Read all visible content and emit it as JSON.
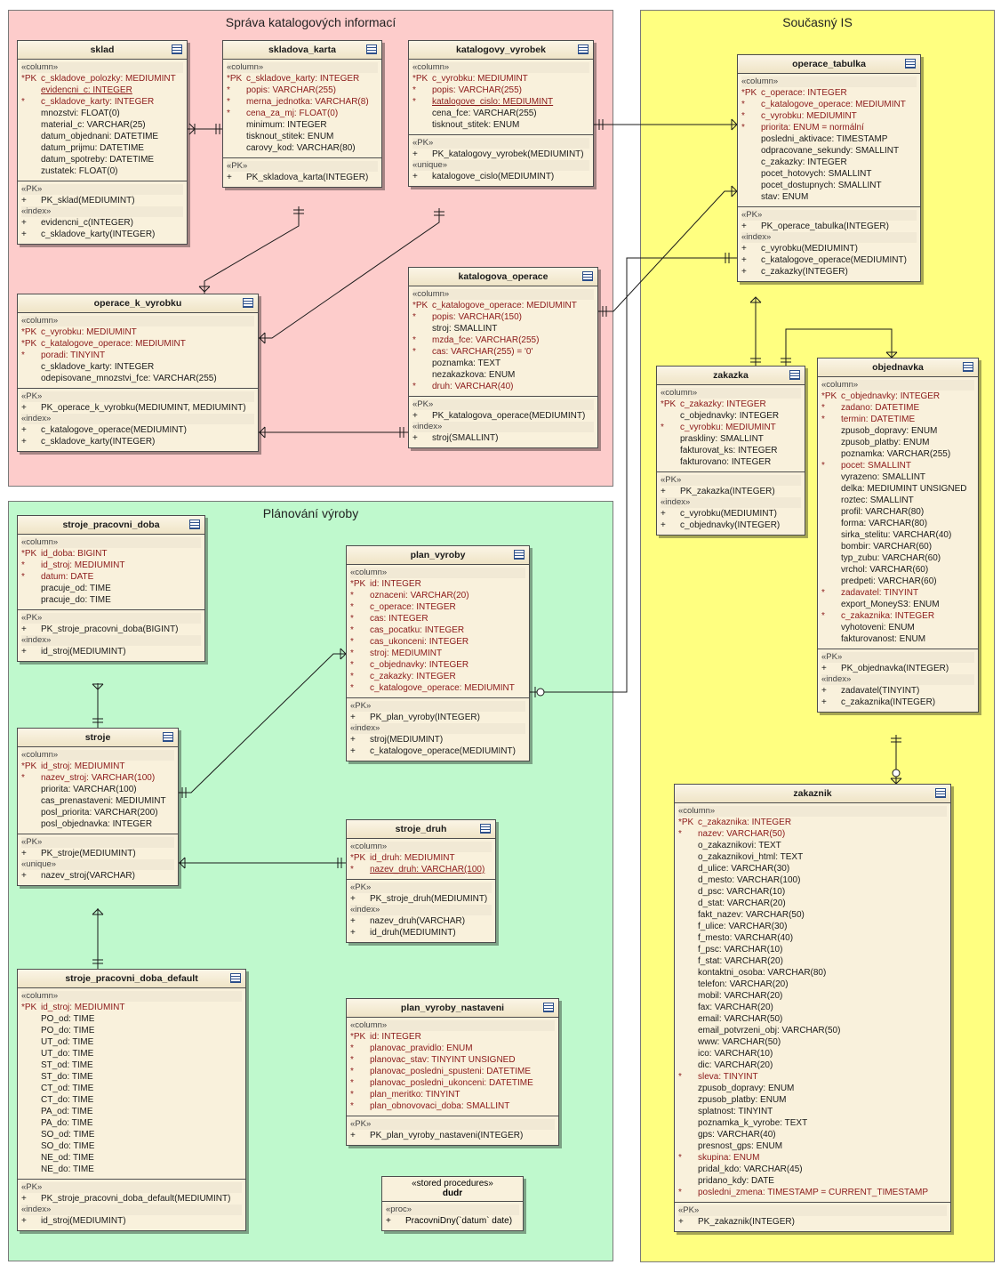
{
  "packages": {
    "sprava": "Správa katalogových informací",
    "planovani": "Plánování výroby",
    "soucasny": "Současný IS"
  },
  "tables": {
    "sklad": {
      "name": "sklad",
      "columns": [
        {
          "mark": "*PK",
          "text": "c_skladove_polozky:  MEDIUMINT",
          "red": true
        },
        {
          "mark": "",
          "text": "evidencni_c:  INTEGER",
          "red": true,
          "ul": true
        },
        {
          "mark": "*",
          "text": "c_skladove_karty:  INTEGER",
          "red": true
        },
        {
          "mark": "",
          "text": "mnozstvi:  FLOAT(0)"
        },
        {
          "mark": "",
          "text": "material_c:  VARCHAR(25)"
        },
        {
          "mark": "",
          "text": "datum_objednani:  DATETIME"
        },
        {
          "mark": "",
          "text": "datum_prijmu:  DATETIME"
        },
        {
          "mark": "",
          "text": "datum_spotreby:  DATETIME"
        },
        {
          "mark": "",
          "text": "zustatek:  FLOAT(0)"
        }
      ],
      "pk": [
        "PK_sklad(MEDIUMINT)"
      ],
      "extra_label": "«index»",
      "extra": [
        "evidencni_c(INTEGER)",
        "c_skladove_karty(INTEGER)"
      ]
    },
    "skladova_karta": {
      "name": "skladova_karta",
      "columns": [
        {
          "mark": "*PK",
          "text": "c_skladove_karty:  INTEGER",
          "red": true
        },
        {
          "mark": "*",
          "text": "popis:  VARCHAR(255)",
          "red": true
        },
        {
          "mark": "*",
          "text": "merna_jednotka:  VARCHAR(8)",
          "red": true
        },
        {
          "mark": "*",
          "text": "cena_za_mj:  FLOAT(0)",
          "red": true
        },
        {
          "mark": "",
          "text": "minimum:  INTEGER"
        },
        {
          "mark": "",
          "text": "tisknout_stitek:  ENUM"
        },
        {
          "mark": "",
          "text": "carovy_kod:  VARCHAR(80)"
        }
      ],
      "pk": [
        "PK_skladova_karta(INTEGER)"
      ]
    },
    "katalogovy_vyrobek": {
      "name": "katalogovy_vyrobek",
      "columns": [
        {
          "mark": "*PK",
          "text": "c_vyrobku:  MEDIUMINT",
          "red": true
        },
        {
          "mark": "*",
          "text": "popis:  VARCHAR(255)",
          "red": true
        },
        {
          "mark": "*",
          "text": "katalogove_cislo:  MEDIUMINT",
          "red": true,
          "ul": true
        },
        {
          "mark": "",
          "text": "cena_fce:  VARCHAR(255)"
        },
        {
          "mark": "",
          "text": "tisknout_stitek:  ENUM"
        }
      ],
      "pk": [
        "PK_katalogovy_vyrobek(MEDIUMINT)"
      ],
      "extra_label": "«unique»",
      "extra": [
        "katalogove_cislo(MEDIUMINT)"
      ]
    },
    "operace_k_vyrobku": {
      "name": "operace_k_vyrobku",
      "columns": [
        {
          "mark": "*PK",
          "text": "c_vyrobku:  MEDIUMINT",
          "red": true
        },
        {
          "mark": "*PK",
          "text": "c_katalogove_operace:  MEDIUMINT",
          "red": true
        },
        {
          "mark": "*",
          "text": "poradi:  TINYINT",
          "red": true
        },
        {
          "mark": "",
          "text": "c_skladove_karty:  INTEGER"
        },
        {
          "mark": "",
          "text": "odepisovane_mnozstvi_fce:  VARCHAR(255)"
        }
      ],
      "pk": [
        "PK_operace_k_vyrobku(MEDIUMINT, MEDIUMINT)"
      ],
      "extra_label": "«index»",
      "extra": [
        "c_katalogove_operace(MEDIUMINT)",
        "c_skladove_karty(INTEGER)"
      ]
    },
    "katalogova_operace": {
      "name": "katalogova_operace",
      "columns": [
        {
          "mark": "*PK",
          "text": "c_katalogove_operace:  MEDIUMINT",
          "red": true
        },
        {
          "mark": "*",
          "text": "popis:  VARCHAR(150)",
          "red": true
        },
        {
          "mark": "",
          "text": "stroj:  SMALLINT"
        },
        {
          "mark": "*",
          "text": "mzda_fce:  VARCHAR(255)",
          "red": true
        },
        {
          "mark": "*",
          "text": "cas:  VARCHAR(255) = '0'",
          "red": true
        },
        {
          "mark": "",
          "text": "poznamka:  TEXT"
        },
        {
          "mark": "",
          "text": "nezakazkova:  ENUM"
        },
        {
          "mark": "*",
          "text": "druh:  VARCHAR(40)",
          "red": true
        }
      ],
      "pk": [
        "PK_katalogova_operace(MEDIUMINT)"
      ],
      "extra_label": "«index»",
      "extra": [
        "stroj(SMALLINT)"
      ]
    },
    "operace_tabulka": {
      "name": "operace_tabulka",
      "columns": [
        {
          "mark": "*PK",
          "text": "c_operace:  INTEGER",
          "red": true
        },
        {
          "mark": "*",
          "text": "c_katalogove_operace:  MEDIUMINT",
          "red": true
        },
        {
          "mark": "*",
          "text": "c_vyrobku:  MEDIUMINT",
          "red": true
        },
        {
          "mark": "*",
          "text": "priorita:  ENUM = normální",
          "red": true
        },
        {
          "mark": "",
          "text": "posledni_aktivace:  TIMESTAMP"
        },
        {
          "mark": "",
          "text": "odpracovane_sekundy:  SMALLINT"
        },
        {
          "mark": "",
          "text": "c_zakazky:  INTEGER"
        },
        {
          "mark": "",
          "text": "pocet_hotovych:  SMALLINT"
        },
        {
          "mark": "",
          "text": "pocet_dostupnych:  SMALLINT"
        },
        {
          "mark": "",
          "text": "stav:  ENUM"
        }
      ],
      "pk": [
        "PK_operace_tabulka(INTEGER)"
      ],
      "extra_label": "«index»",
      "extra": [
        "c_vyrobku(MEDIUMINT)",
        "c_katalogove_operace(MEDIUMINT)",
        "c_zakazky(INTEGER)"
      ]
    },
    "zakazka": {
      "name": "zakazka",
      "columns": [
        {
          "mark": "*PK",
          "text": "c_zakazky:  INTEGER",
          "red": true
        },
        {
          "mark": "",
          "text": "c_objednavky:  INTEGER"
        },
        {
          "mark": "*",
          "text": "c_vyrobku:  MEDIUMINT",
          "red": true
        },
        {
          "mark": "",
          "text": "praskliny:  SMALLINT"
        },
        {
          "mark": "",
          "text": "fakturovat_ks:  INTEGER"
        },
        {
          "mark": "",
          "text": "fakturovano:  INTEGER"
        }
      ],
      "pk": [
        "PK_zakazka(INTEGER)"
      ],
      "extra_label": "«index»",
      "extra": [
        "c_vyrobku(MEDIUMINT)",
        "c_objednavky(INTEGER)"
      ]
    },
    "objednavka": {
      "name": "objednavka",
      "columns": [
        {
          "mark": "*PK",
          "text": "c_objednavky:  INTEGER",
          "red": true
        },
        {
          "mark": "*",
          "text": "zadano:  DATETIME",
          "red": true
        },
        {
          "mark": "*",
          "text": "termin:  DATETIME",
          "red": true
        },
        {
          "mark": "",
          "text": "zpusob_dopravy:  ENUM"
        },
        {
          "mark": "",
          "text": "zpusob_platby:  ENUM"
        },
        {
          "mark": "",
          "text": "poznamka:  VARCHAR(255)"
        },
        {
          "mark": "*",
          "text": "pocet:  SMALLINT",
          "red": true
        },
        {
          "mark": "",
          "text": "vyrazeno:  SMALLINT"
        },
        {
          "mark": "",
          "text": "delka:  MEDIUMINT UNSIGNED"
        },
        {
          "mark": "",
          "text": "roztec:  SMALLINT"
        },
        {
          "mark": "",
          "text": "profil:  VARCHAR(80)"
        },
        {
          "mark": "",
          "text": "forma:  VARCHAR(80)"
        },
        {
          "mark": "",
          "text": "sirka_stelitu:  VARCHAR(40)"
        },
        {
          "mark": "",
          "text": "bombir:  VARCHAR(60)"
        },
        {
          "mark": "",
          "text": "typ_zubu:  VARCHAR(60)"
        },
        {
          "mark": "",
          "text": "vrchol:  VARCHAR(60)"
        },
        {
          "mark": "",
          "text": "predpeti:  VARCHAR(60)"
        },
        {
          "mark": "*",
          "text": "zadavatel:  TINYINT",
          "red": true
        },
        {
          "mark": "",
          "text": "export_MoneyS3:  ENUM"
        },
        {
          "mark": "*",
          "text": "c_zakaznika:  INTEGER",
          "red": true
        },
        {
          "mark": "",
          "text": "vyhotoveni:  ENUM"
        },
        {
          "mark": "",
          "text": "fakturovanost:  ENUM"
        }
      ],
      "pk": [
        "PK_objednavka(INTEGER)"
      ],
      "extra_label": "«index»",
      "extra": [
        "zadavatel(TINYINT)",
        "c_zakaznika(INTEGER)"
      ]
    },
    "zakaznik": {
      "name": "zakaznik",
      "columns": [
        {
          "mark": "*PK",
          "text": "c_zakaznika:  INTEGER",
          "red": true
        },
        {
          "mark": "*",
          "text": "nazev:  VARCHAR(50)",
          "red": true
        },
        {
          "mark": "",
          "text": "o_zakaznikovi:  TEXT"
        },
        {
          "mark": "",
          "text": "o_zakaznikovi_html:  TEXT"
        },
        {
          "mark": "",
          "text": "d_ulice:  VARCHAR(30)"
        },
        {
          "mark": "",
          "text": "d_mesto:  VARCHAR(100)"
        },
        {
          "mark": "",
          "text": "d_psc:  VARCHAR(10)"
        },
        {
          "mark": "",
          "text": "d_stat:  VARCHAR(20)"
        },
        {
          "mark": "",
          "text": "fakt_nazev:  VARCHAR(50)"
        },
        {
          "mark": "",
          "text": "f_ulice:  VARCHAR(30)"
        },
        {
          "mark": "",
          "text": "f_mesto:  VARCHAR(40)"
        },
        {
          "mark": "",
          "text": "f_psc:  VARCHAR(10)"
        },
        {
          "mark": "",
          "text": "f_stat:  VARCHAR(20)"
        },
        {
          "mark": "",
          "text": "kontaktni_osoba:  VARCHAR(80)"
        },
        {
          "mark": "",
          "text": "telefon:  VARCHAR(20)"
        },
        {
          "mark": "",
          "text": "mobil:  VARCHAR(20)"
        },
        {
          "mark": "",
          "text": "fax:  VARCHAR(20)"
        },
        {
          "mark": "",
          "text": "email:  VARCHAR(50)"
        },
        {
          "mark": "",
          "text": "email_potvrzeni_obj:  VARCHAR(50)"
        },
        {
          "mark": "",
          "text": "www:  VARCHAR(50)"
        },
        {
          "mark": "",
          "text": "ico:  VARCHAR(10)"
        },
        {
          "mark": "",
          "text": "dic:  VARCHAR(20)"
        },
        {
          "mark": "*",
          "text": "sleva:  TINYINT",
          "red": true
        },
        {
          "mark": "",
          "text": "zpusob_dopravy:  ENUM"
        },
        {
          "mark": "",
          "text": "zpusob_platby:  ENUM"
        },
        {
          "mark": "",
          "text": "splatnost:  TINYINT"
        },
        {
          "mark": "",
          "text": "poznamka_k_vyrobe:  TEXT"
        },
        {
          "mark": "",
          "text": "gps:  VARCHAR(40)"
        },
        {
          "mark": "",
          "text": "presnost_gps:  ENUM"
        },
        {
          "mark": "*",
          "text": "skupina:  ENUM",
          "red": true
        },
        {
          "mark": "",
          "text": "pridal_kdo:  VARCHAR(45)"
        },
        {
          "mark": "",
          "text": "pridano_kdy:  DATE"
        },
        {
          "mark": "*",
          "text": "posledni_zmena:  TIMESTAMP = CURRENT_TIMESTAMP",
          "red": true
        }
      ],
      "pk": [
        "PK_zakaznik(INTEGER)"
      ]
    },
    "stroje_pracovni_doba": {
      "name": "stroje_pracovni_doba",
      "columns": [
        {
          "mark": "*PK",
          "text": "id_doba:  BIGINT",
          "red": true
        },
        {
          "mark": "*",
          "text": "id_stroj:  MEDIUMINT",
          "red": true
        },
        {
          "mark": "*",
          "text": "datum:  DATE",
          "red": true
        },
        {
          "mark": "",
          "text": "pracuje_od:  TIME"
        },
        {
          "mark": "",
          "text": "pracuje_do:  TIME"
        }
      ],
      "pk": [
        "PK_stroje_pracovni_doba(BIGINT)"
      ],
      "extra_label": "«index»",
      "extra": [
        "id_stroj(MEDIUMINT)"
      ]
    },
    "plan_vyroby": {
      "name": "plan_vyroby",
      "columns": [
        {
          "mark": "*PK",
          "text": "id:  INTEGER",
          "red": true
        },
        {
          "mark": "*",
          "text": "oznaceni:  VARCHAR(20)",
          "red": true
        },
        {
          "mark": "*",
          "text": "c_operace:  INTEGER",
          "red": true
        },
        {
          "mark": "*",
          "text": "cas:  INTEGER",
          "red": true
        },
        {
          "mark": "*",
          "text": "cas_pocatku:  INTEGER",
          "red": true
        },
        {
          "mark": "*",
          "text": "cas_ukonceni:  INTEGER",
          "red": true
        },
        {
          "mark": "*",
          "text": "stroj:  MEDIUMINT",
          "red": true
        },
        {
          "mark": "*",
          "text": "c_objednavky:  INTEGER",
          "red": true
        },
        {
          "mark": "*",
          "text": "c_zakazky:  INTEGER",
          "red": true
        },
        {
          "mark": "*",
          "text": "c_katalogove_operace:  MEDIUMINT",
          "red": true
        }
      ],
      "pk": [
        "PK_plan_vyroby(INTEGER)"
      ],
      "extra_label": "«index»",
      "extra": [
        "stroj(MEDIUMINT)",
        "c_katalogove_operace(MEDIUMINT)"
      ]
    },
    "stroje": {
      "name": "stroje",
      "columns": [
        {
          "mark": "*PK",
          "text": "id_stroj:  MEDIUMINT",
          "red": true
        },
        {
          "mark": "*",
          "text": "nazev_stroj:  VARCHAR(100)",
          "red": true
        },
        {
          "mark": "",
          "text": "priorita:  VARCHAR(100)"
        },
        {
          "mark": "",
          "text": "cas_prenastaveni:  MEDIUMINT"
        },
        {
          "mark": "",
          "text": "posl_priorita:  VARCHAR(200)"
        },
        {
          "mark": "",
          "text": "posl_objednavka:  INTEGER"
        }
      ],
      "pk": [
        "PK_stroje(MEDIUMINT)"
      ],
      "extra_label": "«unique»",
      "extra": [
        "nazev_stroj(VARCHAR)"
      ]
    },
    "stroje_druh": {
      "name": "stroje_druh",
      "columns": [
        {
          "mark": "*PK",
          "text": "id_druh:  MEDIUMINT",
          "red": true
        },
        {
          "mark": "*",
          "text": "nazev_druh:  VARCHAR(100)",
          "red": true,
          "ul": true
        }
      ],
      "pk": [
        "PK_stroje_druh(MEDIUMINT)"
      ],
      "extra_label": "«index»",
      "extra": [
        "nazev_druh(VARCHAR)",
        "id_druh(MEDIUMINT)"
      ]
    },
    "stroje_pracovni_doba_default": {
      "name": "stroje_pracovni_doba_default",
      "columns": [
        {
          "mark": "*PK",
          "text": "id_stroj:  MEDIUMINT",
          "red": true
        },
        {
          "mark": "",
          "text": "PO_od:  TIME"
        },
        {
          "mark": "",
          "text": "PO_do:  TIME"
        },
        {
          "mark": "",
          "text": "UT_od:  TIME"
        },
        {
          "mark": "",
          "text": "UT_do:  TIME"
        },
        {
          "mark": "",
          "text": "ST_od:  TIME"
        },
        {
          "mark": "",
          "text": "ST_do:  TIME"
        },
        {
          "mark": "",
          "text": "CT_od:  TIME"
        },
        {
          "mark": "",
          "text": "CT_do:  TIME"
        },
        {
          "mark": "",
          "text": "PA_od:  TIME"
        },
        {
          "mark": "",
          "text": "PA_do:  TIME"
        },
        {
          "mark": "",
          "text": "SO_od:  TIME"
        },
        {
          "mark": "",
          "text": "SO_do:  TIME"
        },
        {
          "mark": "",
          "text": "NE_od:  TIME"
        },
        {
          "mark": "",
          "text": "NE_do:  TIME"
        }
      ],
      "pk": [
        "PK_stroje_pracovni_doba_default(MEDIUMINT)"
      ],
      "extra_label": "«index»",
      "extra": [
        "id_stroj(MEDIUMINT)"
      ]
    },
    "plan_vyroby_nastaveni": {
      "name": "plan_vyroby_nastaveni",
      "columns": [
        {
          "mark": "*PK",
          "text": "id:  INTEGER",
          "red": true
        },
        {
          "mark": "*",
          "text": "planovac_pravidlo:  ENUM",
          "red": true
        },
        {
          "mark": "*",
          "text": "planovac_stav:  TINYINT UNSIGNED",
          "red": true
        },
        {
          "mark": "*",
          "text": "planovac_posledni_spusteni:  DATETIME",
          "red": true
        },
        {
          "mark": "*",
          "text": "planovac_posledni_ukonceni:  DATETIME",
          "red": true
        },
        {
          "mark": "*",
          "text": "plan_meritko:  TINYINT",
          "red": true
        },
        {
          "mark": "*",
          "text": "plan_obnovovaci_doba:  SMALLINT",
          "red": true
        }
      ],
      "pk": [
        "PK_plan_vyroby_nastaveni(INTEGER)"
      ]
    }
  },
  "labels": {
    "column": "«column»",
    "pk": "«PK»",
    "pk_mark": "+",
    "extra_mark": "+"
  },
  "procedure": {
    "stereotype": "«stored procedures»",
    "name": "dudr",
    "section": "«proc»",
    "mark": "+",
    "item": "PracovniDny(`datum` date)"
  },
  "colors": {
    "sprava_bg": "#fdcccb",
    "planovani_bg": "#bff9cd",
    "soucasny_bg": "#ffff80",
    "required_text": "#8b1a1a",
    "table_bg": "#f9f1dc"
  }
}
